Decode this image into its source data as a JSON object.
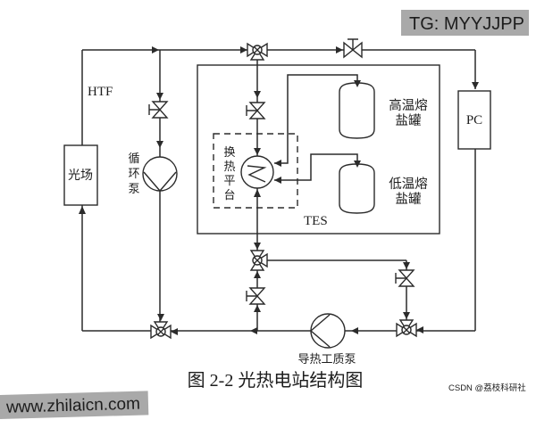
{
  "badge": {
    "text": "TG: MYYJJPP",
    "bg": "#a9a9a9",
    "fg": "#ffffff"
  },
  "watermark_banner": {
    "text": "www.zhilaicn.com",
    "bg": "#a9a9a9",
    "fg": "#ffffff"
  },
  "watermark_csdn": {
    "text": "CSDN @荔枝科研社",
    "color": "#ccc5c5"
  },
  "caption": {
    "text": "图 2-2 光热电站结构图"
  },
  "diagram": {
    "line_color": "#2b2b2b",
    "labels": {
      "htf": "HTF",
      "light_field": "光场",
      "circulation_pump": [
        "循",
        "环",
        "泵"
      ],
      "heat_platform": [
        "换",
        "热",
        "平",
        "台"
      ],
      "tes": "TES",
      "hot_tank": [
        "高温熔",
        "盐罐"
      ],
      "cold_tank": [
        "低温熔",
        "盐罐"
      ],
      "pc": "PC",
      "htf_pump": "导热工质泵"
    }
  }
}
